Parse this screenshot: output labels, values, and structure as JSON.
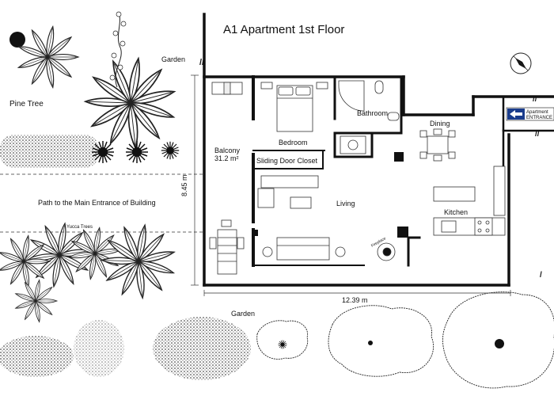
{
  "title": "A1 Apartment 1st Floor",
  "labels": {
    "garden_top": "Garden",
    "pine_tree": "Pine Tree",
    "path": "Path to the Main Entrance of Building",
    "yucca": "Yucca Trees",
    "garden_bottom": "Garden",
    "bathroom": "Bathroom",
    "bedroom": "Bedroom",
    "closet": "Sliding Door Closet",
    "dining": "Dining",
    "balcony": "Balcony",
    "balcony_area": "31.2 m²",
    "living": "Living",
    "kitchen": "Kitchen",
    "fireplace": "Fireplace",
    "entrance_line1": "Apartment",
    "entrance_line2": "ENTRANCE"
  },
  "dimensions": {
    "width": "12.39 m",
    "height": "8.45 m"
  },
  "icons": [
    "compass-icon",
    "entrance-arrow-icon",
    "sun-marker-icon"
  ]
}
